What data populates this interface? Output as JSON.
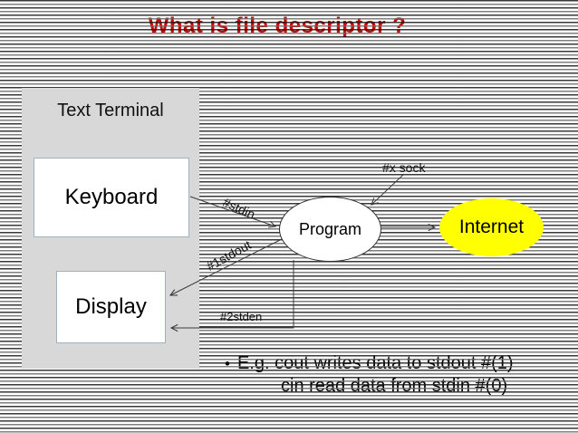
{
  "title": {
    "text": "What is file descriptor ?",
    "color": "#cc0000"
  },
  "diagram": {
    "terminal": {
      "label": "Text Terminal",
      "fill": "#d8d8d8"
    },
    "keyboard": {
      "label": "Keyboard"
    },
    "display": {
      "label": "Display"
    },
    "program": {
      "label": "Program"
    },
    "internet": {
      "label": "Internet",
      "fill": "#ffff00"
    },
    "edges": {
      "stdin": {
        "label": "#stdin"
      },
      "stdout": {
        "label": "#1stdout"
      },
      "stderr": {
        "label": "#2stden"
      },
      "socket": {
        "label": "#x sock"
      }
    },
    "colors": {
      "io_box_border": "#9fb2c1",
      "connector": "#3c3c3c"
    }
  },
  "notes": {
    "bullet": "•",
    "line1": "E.g. cout writes data to stdout #(1)",
    "line2": "cin read data from stdin #(0)"
  }
}
